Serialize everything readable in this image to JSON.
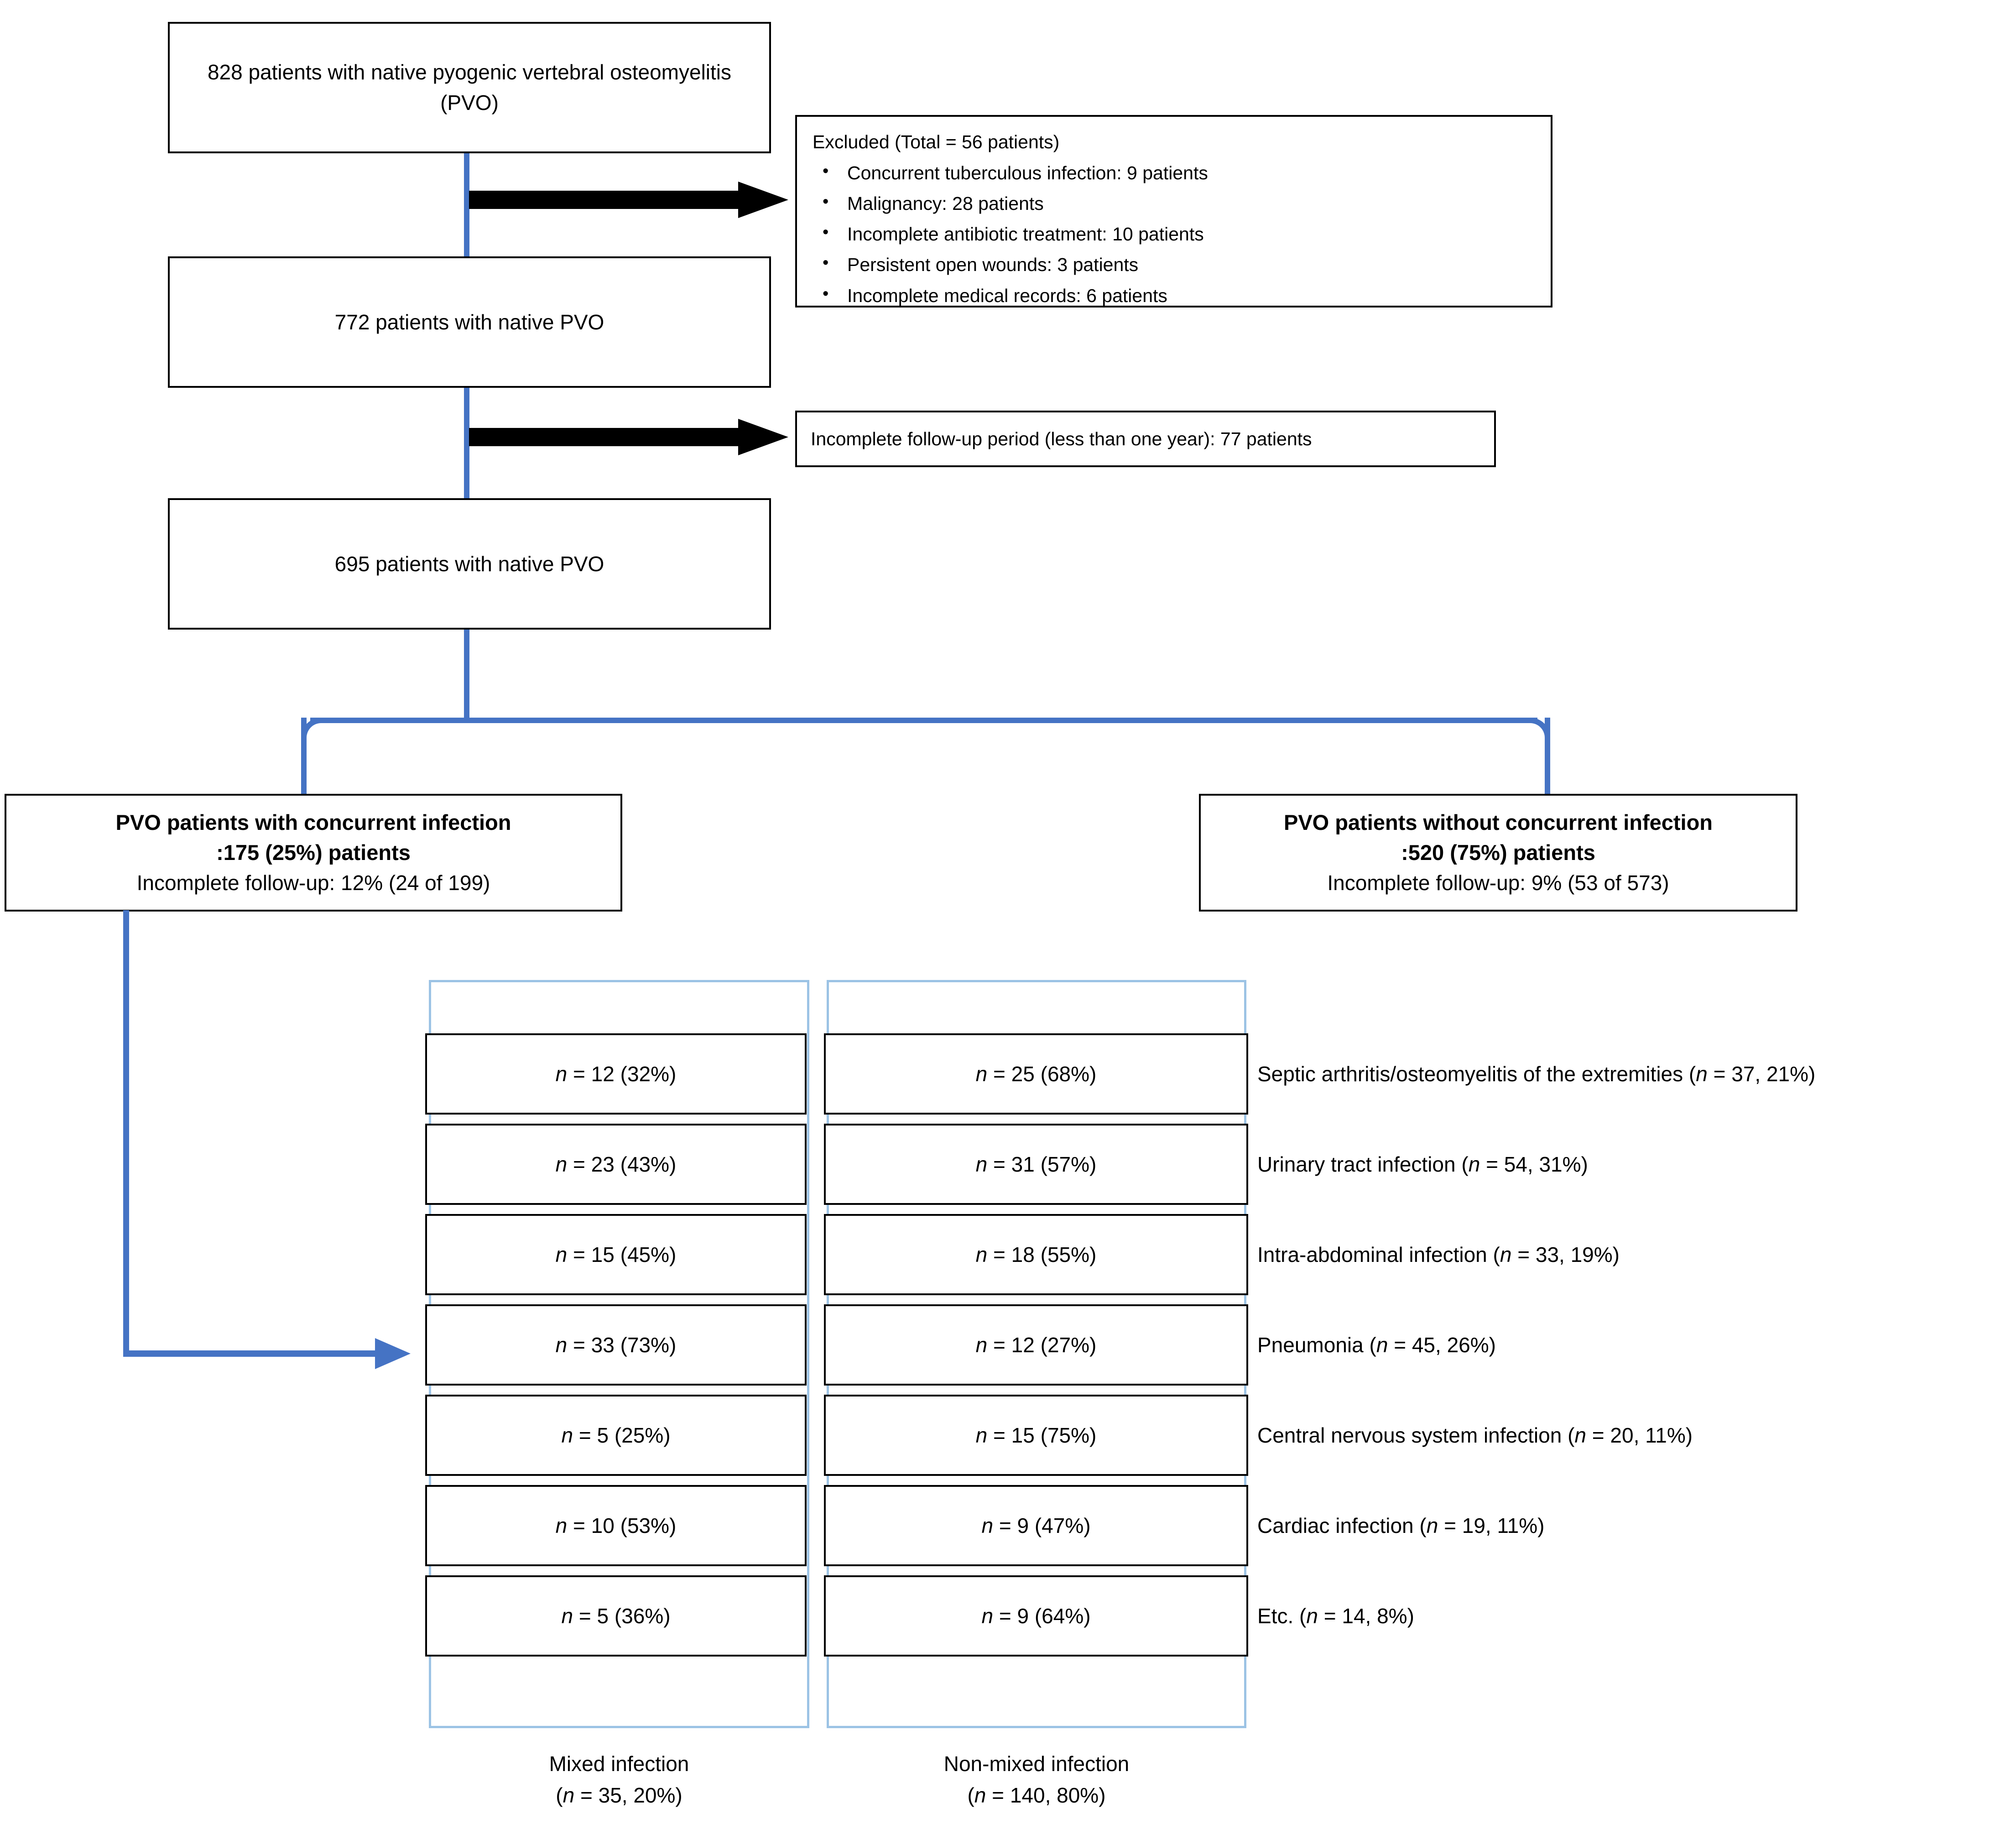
{
  "colors": {
    "connector_blue": "#4573C4",
    "column_frame_blue": "#9CC3E5",
    "box_border": "#000000",
    "arrow_black": "#000000",
    "background": "#FFFFFF"
  },
  "flow": {
    "node_828": "828 patients with native pyogenic vertebral osteomyelitis (PVO)",
    "node_772": "772 patients with native PVO",
    "node_695": "695 patients with native PVO"
  },
  "excluded": {
    "heading": "Excluded (Total = 56 patients)",
    "bullet_glyph": "•",
    "items": [
      "Concurrent tuberculous infection: 9 patients",
      "Malignancy: 28 patients",
      "Incomplete antibiotic treatment: 10 patients",
      "Persistent open wounds: 3 patients",
      "Incomplete medical records: 6 patients"
    ]
  },
  "followup_exclusion": {
    "text": "Incomplete follow-up period (less than one year): 77 patients"
  },
  "branches": {
    "with_infection": {
      "title": "PVO patients with concurrent infection",
      "count": ":175 (25%) patients",
      "followup": "Incomplete follow-up: 12% (24 of 199)"
    },
    "without_infection": {
      "title": "PVO patients without concurrent infection",
      "count": ":520 (75%) patients",
      "followup": "Incomplete follow-up: 9% (53 of 573)"
    }
  },
  "infection_table": {
    "columns": [
      {
        "caption_line1": "Mixed infection",
        "caption_line2": "(n = 35, 20%)"
      },
      {
        "caption_line1": "Non-mixed infection",
        "caption_line2": "(n = 140, 80%)"
      }
    ],
    "rows": [
      {
        "mixed": "n = 12 (32%)",
        "nonmixed": "n = 25 (68%)",
        "label": "Septic arthritis/osteomyelitis of the extremities (n = 37, 21%)"
      },
      {
        "mixed": "n = 23 (43%)",
        "nonmixed": "n = 31 (57%)",
        "label": "Urinary tract infection (n = 54, 31%)"
      },
      {
        "mixed": "n = 15 (45%)",
        "nonmixed": "n = 18 (55%)",
        "label": "Intra-abdominal infection  (n = 33, 19%)"
      },
      {
        "mixed": "n = 33 (73%)",
        "nonmixed": "n = 12 (27%)",
        "label": "Pneumonia (n = 45, 26%)"
      },
      {
        "mixed": "n =  5 (25%)",
        "nonmixed": "n = 15 (75%)",
        "label": "Central nervous system infection (n = 20, 11%)"
      },
      {
        "mixed": "n = 10 (53%)",
        "nonmixed": "n =  9 (47%)",
        "label": "Cardiac infection (n = 19, 11%)"
      },
      {
        "mixed": "n =  5 (36%)",
        "nonmixed": "n =  9 (64%)",
        "label": "Etc. (n = 14, 8%)"
      }
    ]
  },
  "connectors": {
    "arrow_to_excluded": "black-right-arrow",
    "arrow_to_followup_exclusion": "black-right-arrow",
    "split_connector": "blue-split-connector",
    "arrow_to_table": "blue-elbow-right-arrow"
  }
}
